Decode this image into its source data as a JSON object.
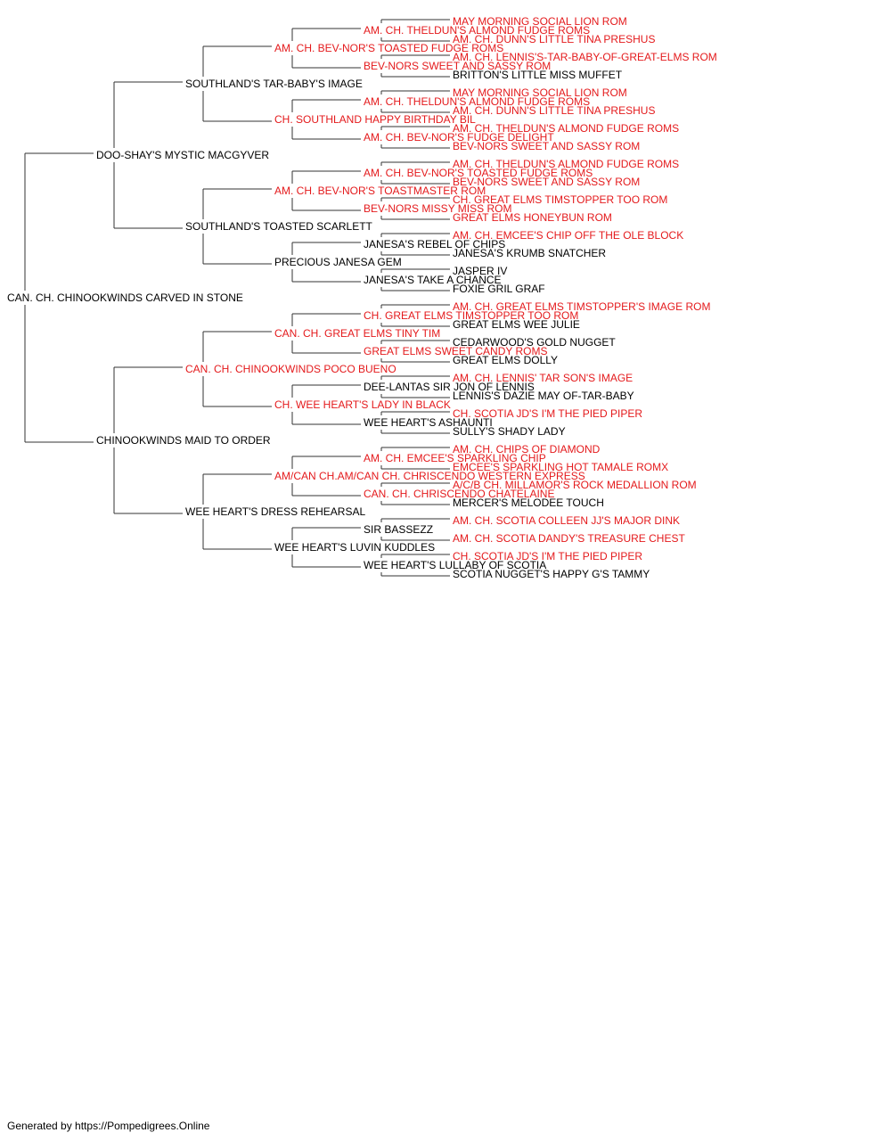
{
  "colors": {
    "champion": "#e41a1c",
    "normal": "#000000",
    "connector": "#333333"
  },
  "pedigree": {
    "name": "CAN. CH. CHINOOKWINDS CARVED IN STONE",
    "champion": false,
    "sire": {
      "name": "DOO-SHAY'S MYSTIC MACGYVER",
      "champion": false,
      "sire": {
        "name": "SOUTHLAND'S TAR-BABY'S IMAGE",
        "champion": false,
        "sire": {
          "name": "AM. CH. BEV-NOR'S TOASTED FUDGE ROMS",
          "champion": true,
          "sire": {
            "name": "AM. CH. THELDUN'S ALMOND FUDGE ROMS",
            "champion": true,
            "sire": {
              "name": "MAY MORNING SOCIAL LION ROM",
              "champion": true
            },
            "dam": {
              "name": "AM. CH. DUNN'S LITTLE TINA PRESHUS",
              "champion": true
            }
          },
          "dam": {
            "name": "BEV-NORS SWEET AND SASSY ROM",
            "champion": true,
            "sire": {
              "name": "AM. CH. LENNIS'S-TAR-BABY-OF-GREAT-ELMS ROM",
              "champion": true
            },
            "dam": {
              "name": "BRITTON'S LITTLE MISS MUFFET",
              "champion": false
            }
          }
        },
        "dam": {
          "name": "CH. SOUTHLAND HAPPY BIRTHDAY BIL",
          "champion": true,
          "sire": {
            "name": "AM. CH. THELDUN'S ALMOND FUDGE ROMS",
            "champion": true,
            "sire": {
              "name": "MAY MORNING SOCIAL LION ROM",
              "champion": true
            },
            "dam": {
              "name": "AM. CH. DUNN'S LITTLE TINA PRESHUS",
              "champion": true
            }
          },
          "dam": {
            "name": "AM. CH. BEV-NOR'S FUDGE DELIGHT",
            "champion": true,
            "sire": {
              "name": "AM. CH. THELDUN'S ALMOND FUDGE ROMS",
              "champion": true
            },
            "dam": {
              "name": "BEV-NORS SWEET AND SASSY ROM",
              "champion": true
            }
          }
        }
      },
      "dam": {
        "name": "SOUTHLAND'S TOASTED SCARLETT",
        "champion": false,
        "sire": {
          "name": "AM. CH. BEV-NOR'S TOASTMASTER ROM",
          "champion": true,
          "sire": {
            "name": "AM. CH. BEV-NOR'S TOASTED FUDGE ROMS",
            "champion": true,
            "sire": {
              "name": "AM. CH. THELDUN'S ALMOND FUDGE ROMS",
              "champion": true
            },
            "dam": {
              "name": "BEV-NORS SWEET AND SASSY ROM",
              "champion": true
            }
          },
          "dam": {
            "name": "BEV-NORS MISSY MISS ROM",
            "champion": true,
            "sire": {
              "name": "CH. GREAT ELMS TIMSTOPPER TOO ROM",
              "champion": true
            },
            "dam": {
              "name": "GREAT ELMS HONEYBUN ROM",
              "champion": true
            }
          }
        },
        "dam": {
          "name": "PRECIOUS JANESA GEM",
          "champion": false,
          "sire": {
            "name": "JANESA'S REBEL OF CHIPS",
            "champion": false,
            "sire": {
              "name": "AM. CH. EMCEE'S CHIP OFF THE OLE BLOCK",
              "champion": true
            },
            "dam": {
              "name": "JANESA'S KRUMB SNATCHER",
              "champion": false
            }
          },
          "dam": {
            "name": "JANESA'S TAKE A CHANCE",
            "champion": false,
            "sire": {
              "name": "JASPER IV",
              "champion": false
            },
            "dam": {
              "name": "FOXIE GRIL GRAF",
              "champion": false
            }
          }
        }
      }
    },
    "dam": {
      "name": "CHINOOKWINDS MAID TO ORDER",
      "champion": false,
      "sire": {
        "name": "CAN. CH. CHINOOKWINDS POCO BUENO",
        "champion": true,
        "sire": {
          "name": "CAN. CH. GREAT ELMS TINY TIM",
          "champion": true,
          "sire": {
            "name": "CH. GREAT ELMS TIMSTOPPER TOO ROM",
            "champion": true,
            "sire": {
              "name": "AM. CH. GREAT ELMS TIMSTOPPER'S IMAGE ROM",
              "champion": true
            },
            "dam": {
              "name": "GREAT ELMS WEE JULIE",
              "champion": false
            }
          },
          "dam": {
            "name": "GREAT ELMS SWEET CANDY ROMS",
            "champion": true,
            "sire": {
              "name": "CEDARWOOD'S GOLD NUGGET",
              "champion": false
            },
            "dam": {
              "name": "GREAT ELMS DOLLY",
              "champion": false
            }
          }
        },
        "dam": {
          "name": "CH. WEE HEART'S LADY IN BLACK",
          "champion": true,
          "sire": {
            "name": "DEE-LANTAS SIR JON OF LENNIS",
            "champion": false,
            "sire": {
              "name": "AM. CH. LENNIS' TAR SON'S IMAGE",
              "champion": true
            },
            "dam": {
              "name": "LENNIS'S DAZIE MAY OF-TAR-BABY",
              "champion": false
            }
          },
          "dam": {
            "name": "WEE HEART'S ASHAUNTI",
            "champion": false,
            "sire": {
              "name": "CH. SCOTIA JD'S I'M THE PIED PIPER",
              "champion": true
            },
            "dam": {
              "name": "SULLY'S SHADY LADY",
              "champion": false
            }
          }
        }
      },
      "dam": {
        "name": "WEE HEART'S DRESS REHEARSAL",
        "champion": false,
        "sire": {
          "name": "AM/CAN CH.AM/CAN CH. CHRISCENDO WESTERN EXPRESS",
          "champion": true,
          "sire": {
            "name": "AM. CH. EMCEE'S SPARKLING CHIP",
            "champion": true,
            "sire": {
              "name": "AM. CH. CHIPS OF DIAMOND",
              "champion": true
            },
            "dam": {
              "name": "EMCEE'S SPARKLING HOT TAMALE ROMX",
              "champion": true
            }
          },
          "dam": {
            "name": "CAN. CH. CHRISCENDO CHATELAINE",
            "champion": true,
            "sire": {
              "name": "A/C/B CH. MILLAMOR'S ROCK MEDALLION ROM",
              "champion": true
            },
            "dam": {
              "name": "MERCER'S MELODEE TOUCH",
              "champion": false
            }
          }
        },
        "dam": {
          "name": "WEE HEART'S LUVIN KUDDLES",
          "champion": false,
          "sire": {
            "name": "SIR BASSEZZ",
            "champion": false,
            "sire": {
              "name": "AM. CH. SCOTIA COLLEEN JJ'S MAJOR DINK",
              "champion": true
            },
            "dam": {
              "name": "AM. CH. SCOTIA DANDY'S TREASURE CHEST",
              "champion": true
            }
          },
          "dam": {
            "name": "WEE HEART'S LULLABY OF SCOTIA",
            "champion": false,
            "sire": {
              "name": "CH. SCOTIA JD'S I'M THE PIED PIPER",
              "champion": true
            },
            "dam": {
              "name": "SCOTIA NUGGET'S HAPPY G'S TAMMY",
              "champion": false
            }
          }
        }
      }
    }
  },
  "footer": {
    "text": "Generated by https://Pompedigrees.Online"
  }
}
